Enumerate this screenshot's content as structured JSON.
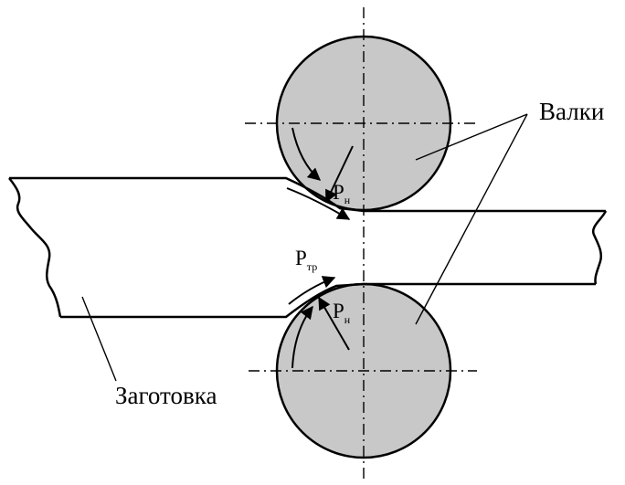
{
  "labels": {
    "rolls": "Валки",
    "workpiece": "Заготовка"
  },
  "forces": {
    "normal_top": {
      "symbol": "P",
      "subscript": "н"
    },
    "friction": {
      "symbol": "P",
      "subscript": "тр"
    },
    "normal_bottom": {
      "symbol": "P",
      "subscript": "н"
    }
  },
  "colors": {
    "roll_fill": "#c8c8c8",
    "line": "#000000",
    "background": "#ffffff"
  }
}
